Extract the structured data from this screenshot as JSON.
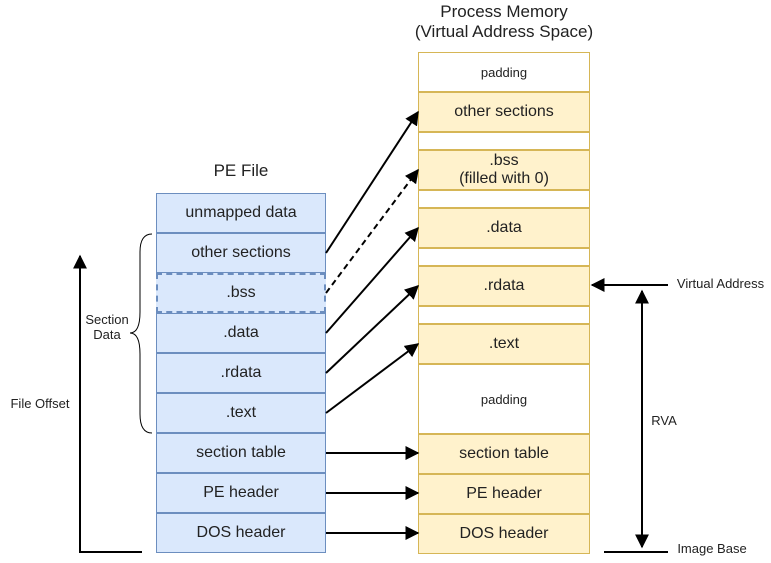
{
  "titles": {
    "memory_line1": "Process Memory",
    "memory_line2": "(Virtual Address Space)",
    "pe_file": "PE File"
  },
  "pe_file": {
    "cells": [
      {
        "id": "unmapped",
        "label": "unmapped data"
      },
      {
        "id": "other",
        "label": "other sections"
      },
      {
        "id": "bss",
        "label": ".bss"
      },
      {
        "id": "data",
        "label": ".data"
      },
      {
        "id": "rdata",
        "label": ".rdata"
      },
      {
        "id": "text",
        "label": ".text"
      },
      {
        "id": "section-table",
        "label": "section table"
      },
      {
        "id": "pe-header",
        "label": "PE header"
      },
      {
        "id": "dos-header",
        "label": "DOS header"
      }
    ]
  },
  "memory": {
    "cells": [
      {
        "id": "padding-top",
        "label": "padding"
      },
      {
        "id": "other",
        "label": "other sections"
      },
      {
        "id": "bss",
        "label": ".bss\n(filled with 0)"
      },
      {
        "id": "data",
        "label": ".data"
      },
      {
        "id": "rdata",
        "label": ".rdata"
      },
      {
        "id": "text",
        "label": ".text"
      },
      {
        "id": "padding-mid",
        "label": "padding"
      },
      {
        "id": "section-table",
        "label": "section table"
      },
      {
        "id": "pe-header",
        "label": "PE header"
      },
      {
        "id": "dos-header",
        "label": "DOS header"
      }
    ]
  },
  "annotations": {
    "section_data": "Section\nData",
    "file_offset": "File Offset",
    "virtual_address": "Virtual Address",
    "rva": "RVA",
    "image_base": "Image Base"
  },
  "colors": {
    "pe_fill": "#dae8fc",
    "pe_stroke": "#6c8ebf",
    "mem_fill": "#fff2cc",
    "mem_stroke": "#d6b656",
    "arrow": "#000000"
  }
}
